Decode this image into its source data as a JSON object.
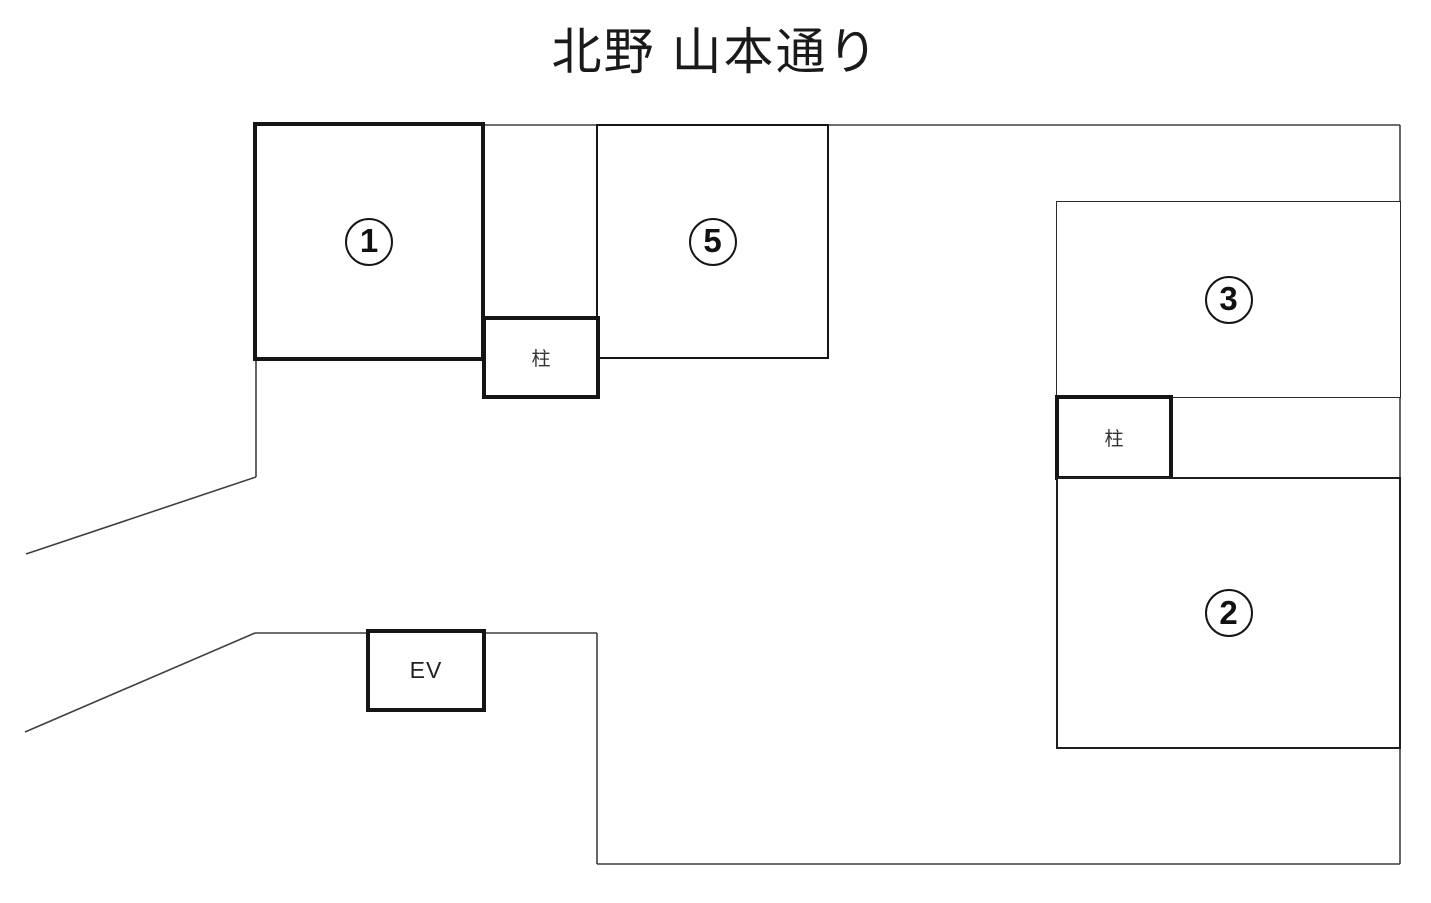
{
  "title": "北野 山本通り",
  "parking_spaces": [
    {
      "number": "1"
    },
    {
      "number": "5"
    },
    {
      "number": "3"
    },
    {
      "number": "2"
    }
  ],
  "structures": {
    "pillar_label": "柱",
    "elevator_label": "EV"
  },
  "colors": {
    "ink": "#151515",
    "boundary_line": "#3f3f3f",
    "background": "#ffffff"
  }
}
